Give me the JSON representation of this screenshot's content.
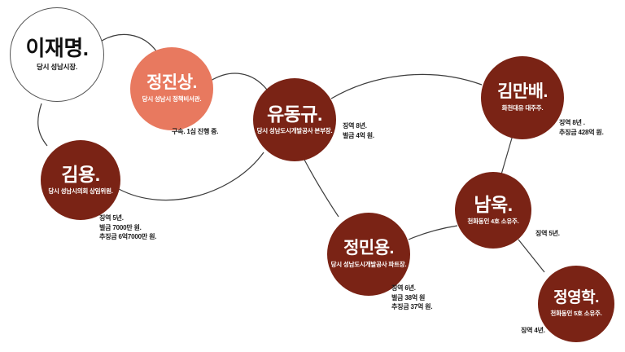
{
  "diagram": {
    "background": "#ffffff",
    "edge_color": "#3c3c3c",
    "node_colors": {
      "primary_dark_red": "#7a2315",
      "secondary_salmon": "#e8795f",
      "highlight_white": "#ffffff"
    }
  },
  "nodes": [
    {
      "id": "lee-jae-myung",
      "name": "이재명.",
      "role": "당시 성남시장.",
      "variant": "white"
    },
    {
      "id": "jung-jin-sang",
      "name": "정진상.",
      "role": "당시 성남시 정책비서관.",
      "variant": "salmon"
    },
    {
      "id": "yoo-dong-gyu",
      "name": "유동규.",
      "role": "당시 성남도시개발공사 본부장.",
      "variant": "dark"
    },
    {
      "id": "kim-man-bae",
      "name": "김만배.",
      "role": "화천대유 대주주.",
      "variant": "dark"
    },
    {
      "id": "kim-yong",
      "name": "김용.",
      "role": "당시 성남시의회 상임위원.",
      "variant": "dark"
    },
    {
      "id": "nam-wook",
      "name": "남욱.",
      "role": "천화동인 4호 소유주.",
      "variant": "dark"
    },
    {
      "id": "jung-min-yong",
      "name": "정민용.",
      "role": "당시 성남도시개발공사 파트장.",
      "variant": "dark"
    },
    {
      "id": "jung-young-hak",
      "name": "정영학.",
      "role": "천화동인 5호 소유주.",
      "variant": "dark"
    }
  ],
  "annotations": [
    {
      "for": "jung-jin-sang",
      "text": "구속. 1심 진행 중."
    },
    {
      "for": "yoo-dong-gyu",
      "text": "징역 8년.\n벌금 4억 원."
    },
    {
      "for": "kim-man-bae",
      "text": "징역 8년 .\n추징금 428억 원."
    },
    {
      "for": "kim-yong",
      "text": "징역 5년.\n벌금 7000만 원.\n추징금 6억7000만 원."
    },
    {
      "for": "nam-wook",
      "text": "징역 5년."
    },
    {
      "for": "jung-min-yong",
      "text": "징역 6년.\n벌금 38억 원\n추징금 37억 원."
    },
    {
      "for": "jung-young-hak",
      "text": "징역 4년."
    }
  ],
  "edges": [
    {
      "from": "lee-jae-myung",
      "to": "jung-jin-sang"
    },
    {
      "from": "lee-jae-myung",
      "to": "kim-yong"
    },
    {
      "from": "jung-jin-sang",
      "to": "yoo-dong-gyu"
    },
    {
      "from": "kim-yong",
      "to": "yoo-dong-gyu"
    },
    {
      "from": "yoo-dong-gyu",
      "to": "kim-man-bae"
    },
    {
      "from": "yoo-dong-gyu",
      "to": "jung-min-yong"
    },
    {
      "from": "kim-man-bae",
      "to": "nam-wook"
    },
    {
      "from": "jung-min-yong",
      "to": "nam-wook"
    },
    {
      "from": "nam-wook",
      "to": "jung-young-hak"
    }
  ]
}
